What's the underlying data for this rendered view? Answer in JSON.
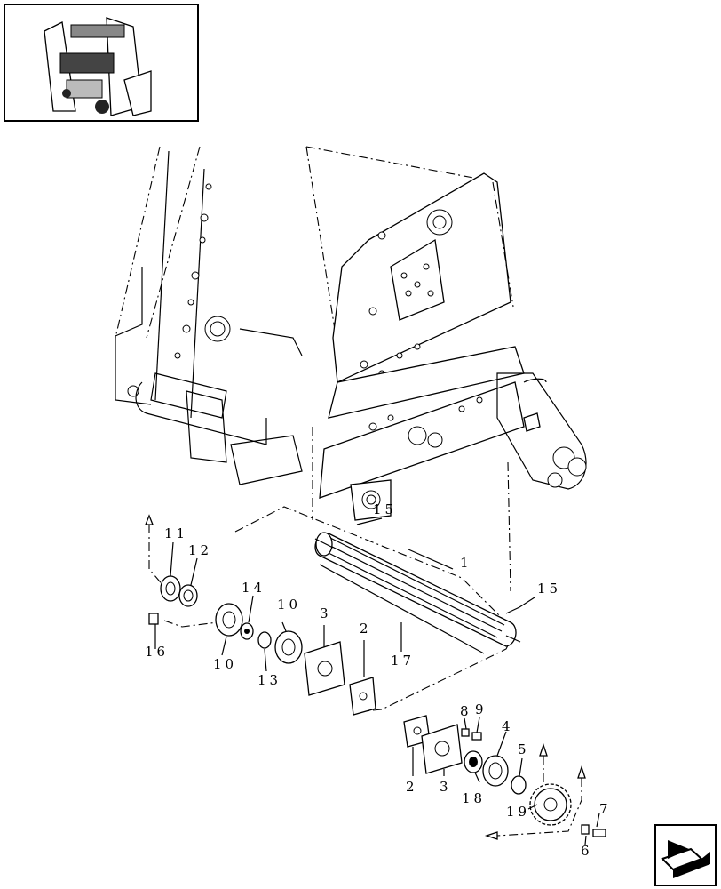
{
  "callouts": {
    "c1": "1",
    "c2a": "2",
    "c2b": "2",
    "c3a": "3",
    "c3b": "3",
    "c4": "4",
    "c5": "5",
    "c6": "6",
    "c7": "7",
    "c8": "8",
    "c9": "9",
    "c10a": "10",
    "c10b": "10",
    "c11": "11",
    "c12": "12",
    "c13": "13",
    "c14": "14",
    "c15a": "15",
    "c15b": "15",
    "c16": "16",
    "c17": "17",
    "c18": "18",
    "c19": "19"
  },
  "icons": {
    "thumbnail": "baler-overview-thumbnail",
    "nav": "next-page-arrow-icon"
  }
}
